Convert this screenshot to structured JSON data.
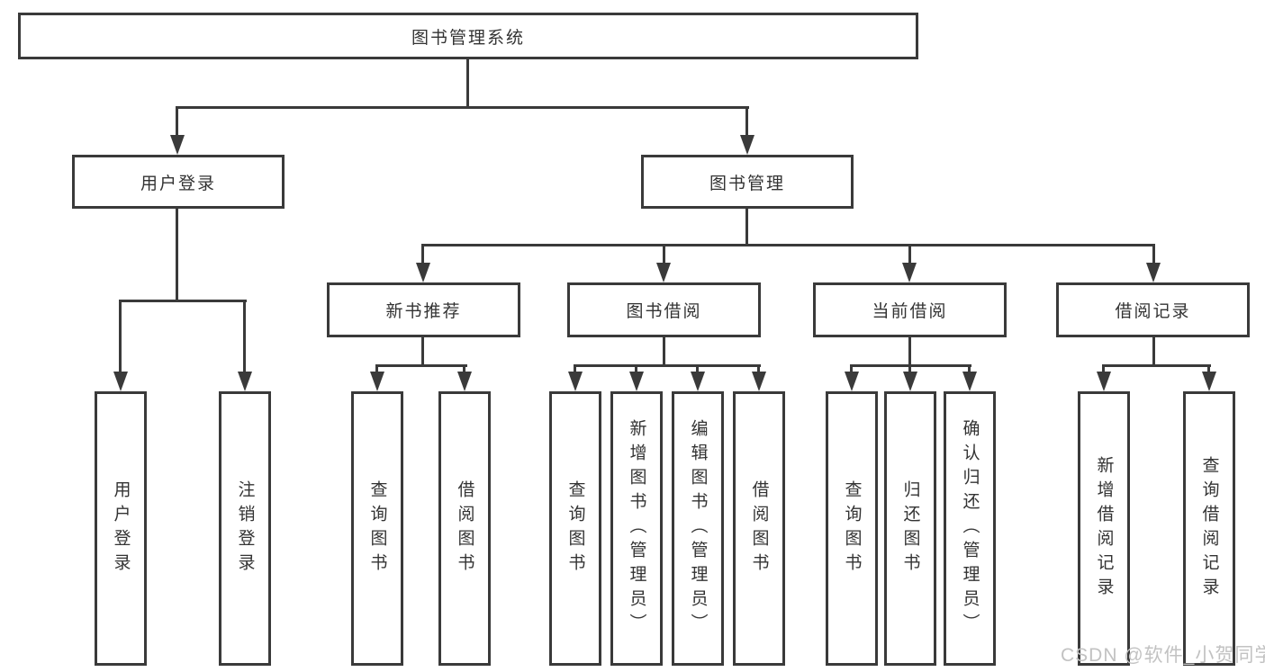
{
  "diagram": {
    "root": {
      "label": "图书管理系统"
    },
    "branches": [
      {
        "label": "用户登录",
        "leaves": [
          {
            "label": "用户登录"
          },
          {
            "label": "注销登录"
          }
        ]
      },
      {
        "label": "图书管理",
        "children": [
          {
            "label": "新书推荐",
            "leaves": [
              {
                "label": "查询图书"
              },
              {
                "label": "借阅图书"
              }
            ]
          },
          {
            "label": "图书借阅",
            "leaves": [
              {
                "label": "查询图书"
              },
              {
                "label": "新增图书（管理员）"
              },
              {
                "label": "编辑图书（管理员）"
              },
              {
                "label": "借阅图书"
              }
            ]
          },
          {
            "label": "当前借阅",
            "leaves": [
              {
                "label": "查询图书"
              },
              {
                "label": "归还图书"
              },
              {
                "label": "确认归还（管理员）"
              }
            ]
          },
          {
            "label": "借阅记录",
            "leaves": [
              {
                "label": "新增借阅记录"
              },
              {
                "label": "查询借阅记录"
              }
            ]
          }
        ]
      }
    ]
  },
  "watermark": {
    "text": "CSDN @软件_小贺同学"
  },
  "colors": {
    "line": "#3a3a3a",
    "text": "#333333",
    "watermark": "#c2c2c2",
    "background": "#ffffff"
  }
}
